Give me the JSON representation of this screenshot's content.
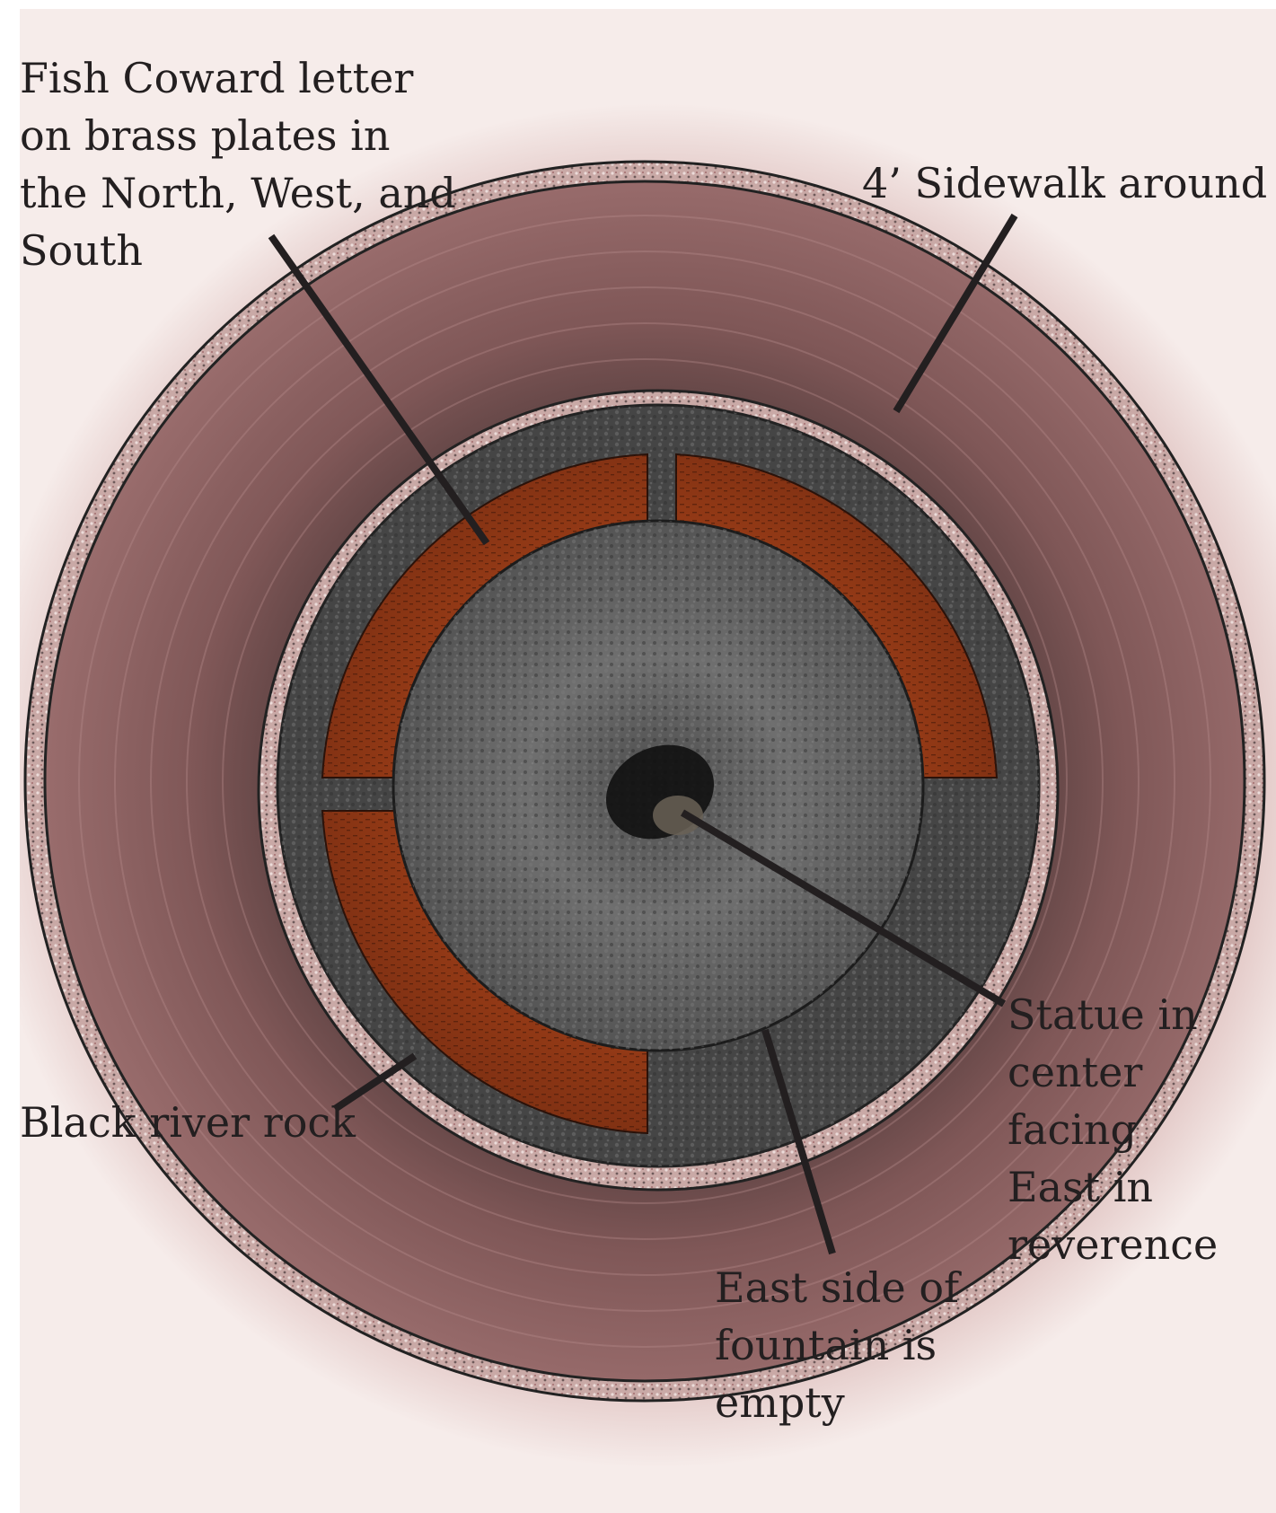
{
  "labels": {
    "brass_plates": "Fish Coward letter\non brass plates in\nthe North, West, and\nSouth",
    "sidewalk": "4’ Sidewalk around",
    "river_rock": "Black river rock",
    "statue": "Statue in\ncenter facing\nEast in\nreverence",
    "east_side": "East side of\nfountain is\nempty"
  },
  "colors": {
    "background_tint": "#b47a7a",
    "granite_ring": "#c9a9a6",
    "pavers": "#8e6464",
    "river_rock": "#4a4a4a",
    "basin_rock": "#6b6b6b",
    "brass_plate": "#8a3516",
    "leader_line": "#231f20"
  }
}
